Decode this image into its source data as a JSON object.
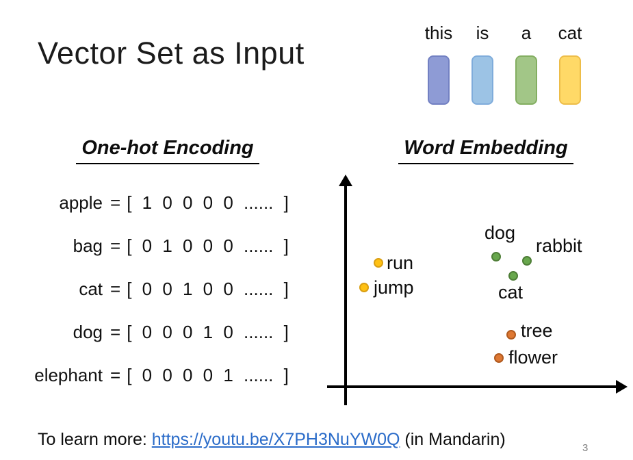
{
  "slide": {
    "title": "Vector Set as Input",
    "page_number": "3"
  },
  "sentence_tokens": [
    {
      "word": "this",
      "fill": "#8E9BD5",
      "border": "#7280C2"
    },
    {
      "word": "is",
      "fill": "#9CC3E5",
      "border": "#7FACDB"
    },
    {
      "word": "a",
      "fill": "#A2C687",
      "border": "#83AE61"
    },
    {
      "word": "cat",
      "fill": "#FFD967",
      "border": "#EDBD49"
    }
  ],
  "onehot": {
    "heading": "One-hot Encoding",
    "equals": "=",
    "rows": [
      {
        "word": "apple",
        "vector": "[ 1 0 0 0 0 ...... ]"
      },
      {
        "word": "bag",
        "vector": "[ 0 1 0 0 0 ...... ]"
      },
      {
        "word": "cat",
        "vector": "[ 0 0 1 0 0 ...... ]"
      },
      {
        "word": "dog",
        "vector": "[ 0 0 0 1 0 ...... ]"
      },
      {
        "word": "elephant",
        "vector": "[ 0 0 0 0 1 ...... ]"
      }
    ]
  },
  "embedding": {
    "heading": "Word Embedding",
    "palette": {
      "yellow": {
        "fill": "#FFC113",
        "border": "#D99E12"
      },
      "green": {
        "fill": "#68A74D",
        "border": "#4E7E37"
      },
      "orange": {
        "fill": "#DE7833",
        "border": "#B05A1F"
      }
    },
    "axis_color": "#000000",
    "points": [
      {
        "label": "run",
        "color": "yellow"
      },
      {
        "label": "jump",
        "color": "yellow"
      },
      {
        "label": "dog",
        "color": "green"
      },
      {
        "label": "rabbit",
        "color": "green"
      },
      {
        "label": "cat",
        "color": "green"
      },
      {
        "label": "tree",
        "color": "orange"
      },
      {
        "label": "flower",
        "color": "orange"
      }
    ]
  },
  "footer": {
    "prefix": "To learn more:",
    "link": "https://youtu.be/X7PH3NuYW0Q",
    "suffix": "(in Mandarin)",
    "link_color": "#2B6CC9"
  }
}
